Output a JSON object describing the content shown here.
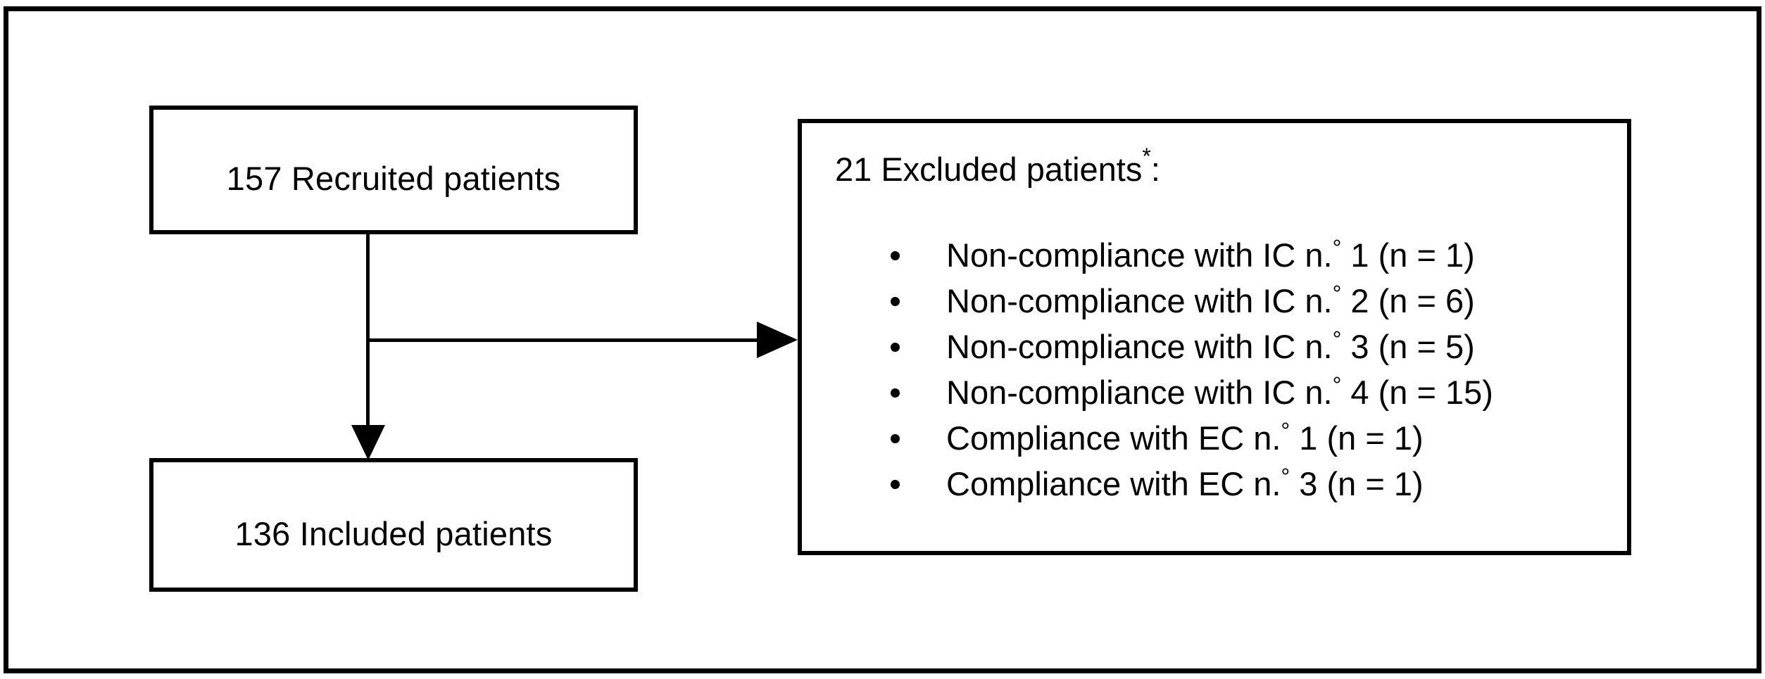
{
  "figure": {
    "type": "patient-flow-diagram",
    "colors": {
      "stroke": "#000000",
      "fill": "#ffffff",
      "text": "#000000"
    }
  },
  "boxes": {
    "recruited": {
      "label": "157 Recruited patients",
      "count": 157
    },
    "included": {
      "label": "136 Included patients",
      "count": 136
    },
    "excluded": {
      "title_text": "21 Excluded patients",
      "title_superscript": "*",
      "title_suffix": ":",
      "count": 21,
      "items": [
        {
          "text_before": "Non-compliance with IC n.",
          "superscript": "°",
          "text_after": " 1 (n = 1)",
          "criterion": "IC 1",
          "n": 1
        },
        {
          "text_before": "Non-compliance with IC n.",
          "superscript": "°",
          "text_after": " 2 (n = 6)",
          "criterion": "IC 2",
          "n": 6
        },
        {
          "text_before": "Non-compliance with IC n.",
          "superscript": "°",
          "text_after": " 3 (n = 5)",
          "criterion": "IC 3",
          "n": 5
        },
        {
          "text_before": "Non-compliance with IC n.",
          "superscript": "°",
          "text_after": " 4 (n = 15)",
          "criterion": "IC 4",
          "n": 15
        },
        {
          "text_before": "Compliance with EC n.",
          "superscript": "°",
          "text_after": " 1 (n = 1)",
          "criterion": "EC 1",
          "n": 1
        },
        {
          "text_before": "Compliance with EC n.",
          "superscript": "°",
          "text_after": " 3 (n = 1)",
          "criterion": "EC 3",
          "n": 1
        }
      ]
    }
  },
  "connectors": {
    "to_excluded": {
      "direction": "right",
      "from": "recruited",
      "to": "excluded"
    },
    "to_included": {
      "direction": "down",
      "from": "recruited",
      "to": "included"
    }
  }
}
